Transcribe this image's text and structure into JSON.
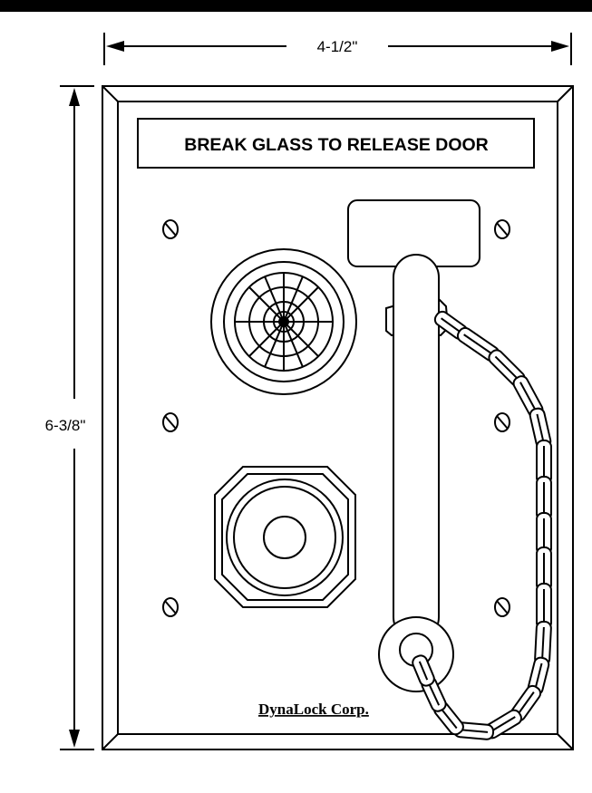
{
  "dimensions": {
    "width_label": "4-1/2\"",
    "height_label": "6-3/8\""
  },
  "plate": {
    "label_text": "BREAK GLASS TO RELEASE DOOR",
    "brand": "DynaLock Corp."
  },
  "colors": {
    "ink": "#000000",
    "plate": "#ffffff"
  }
}
